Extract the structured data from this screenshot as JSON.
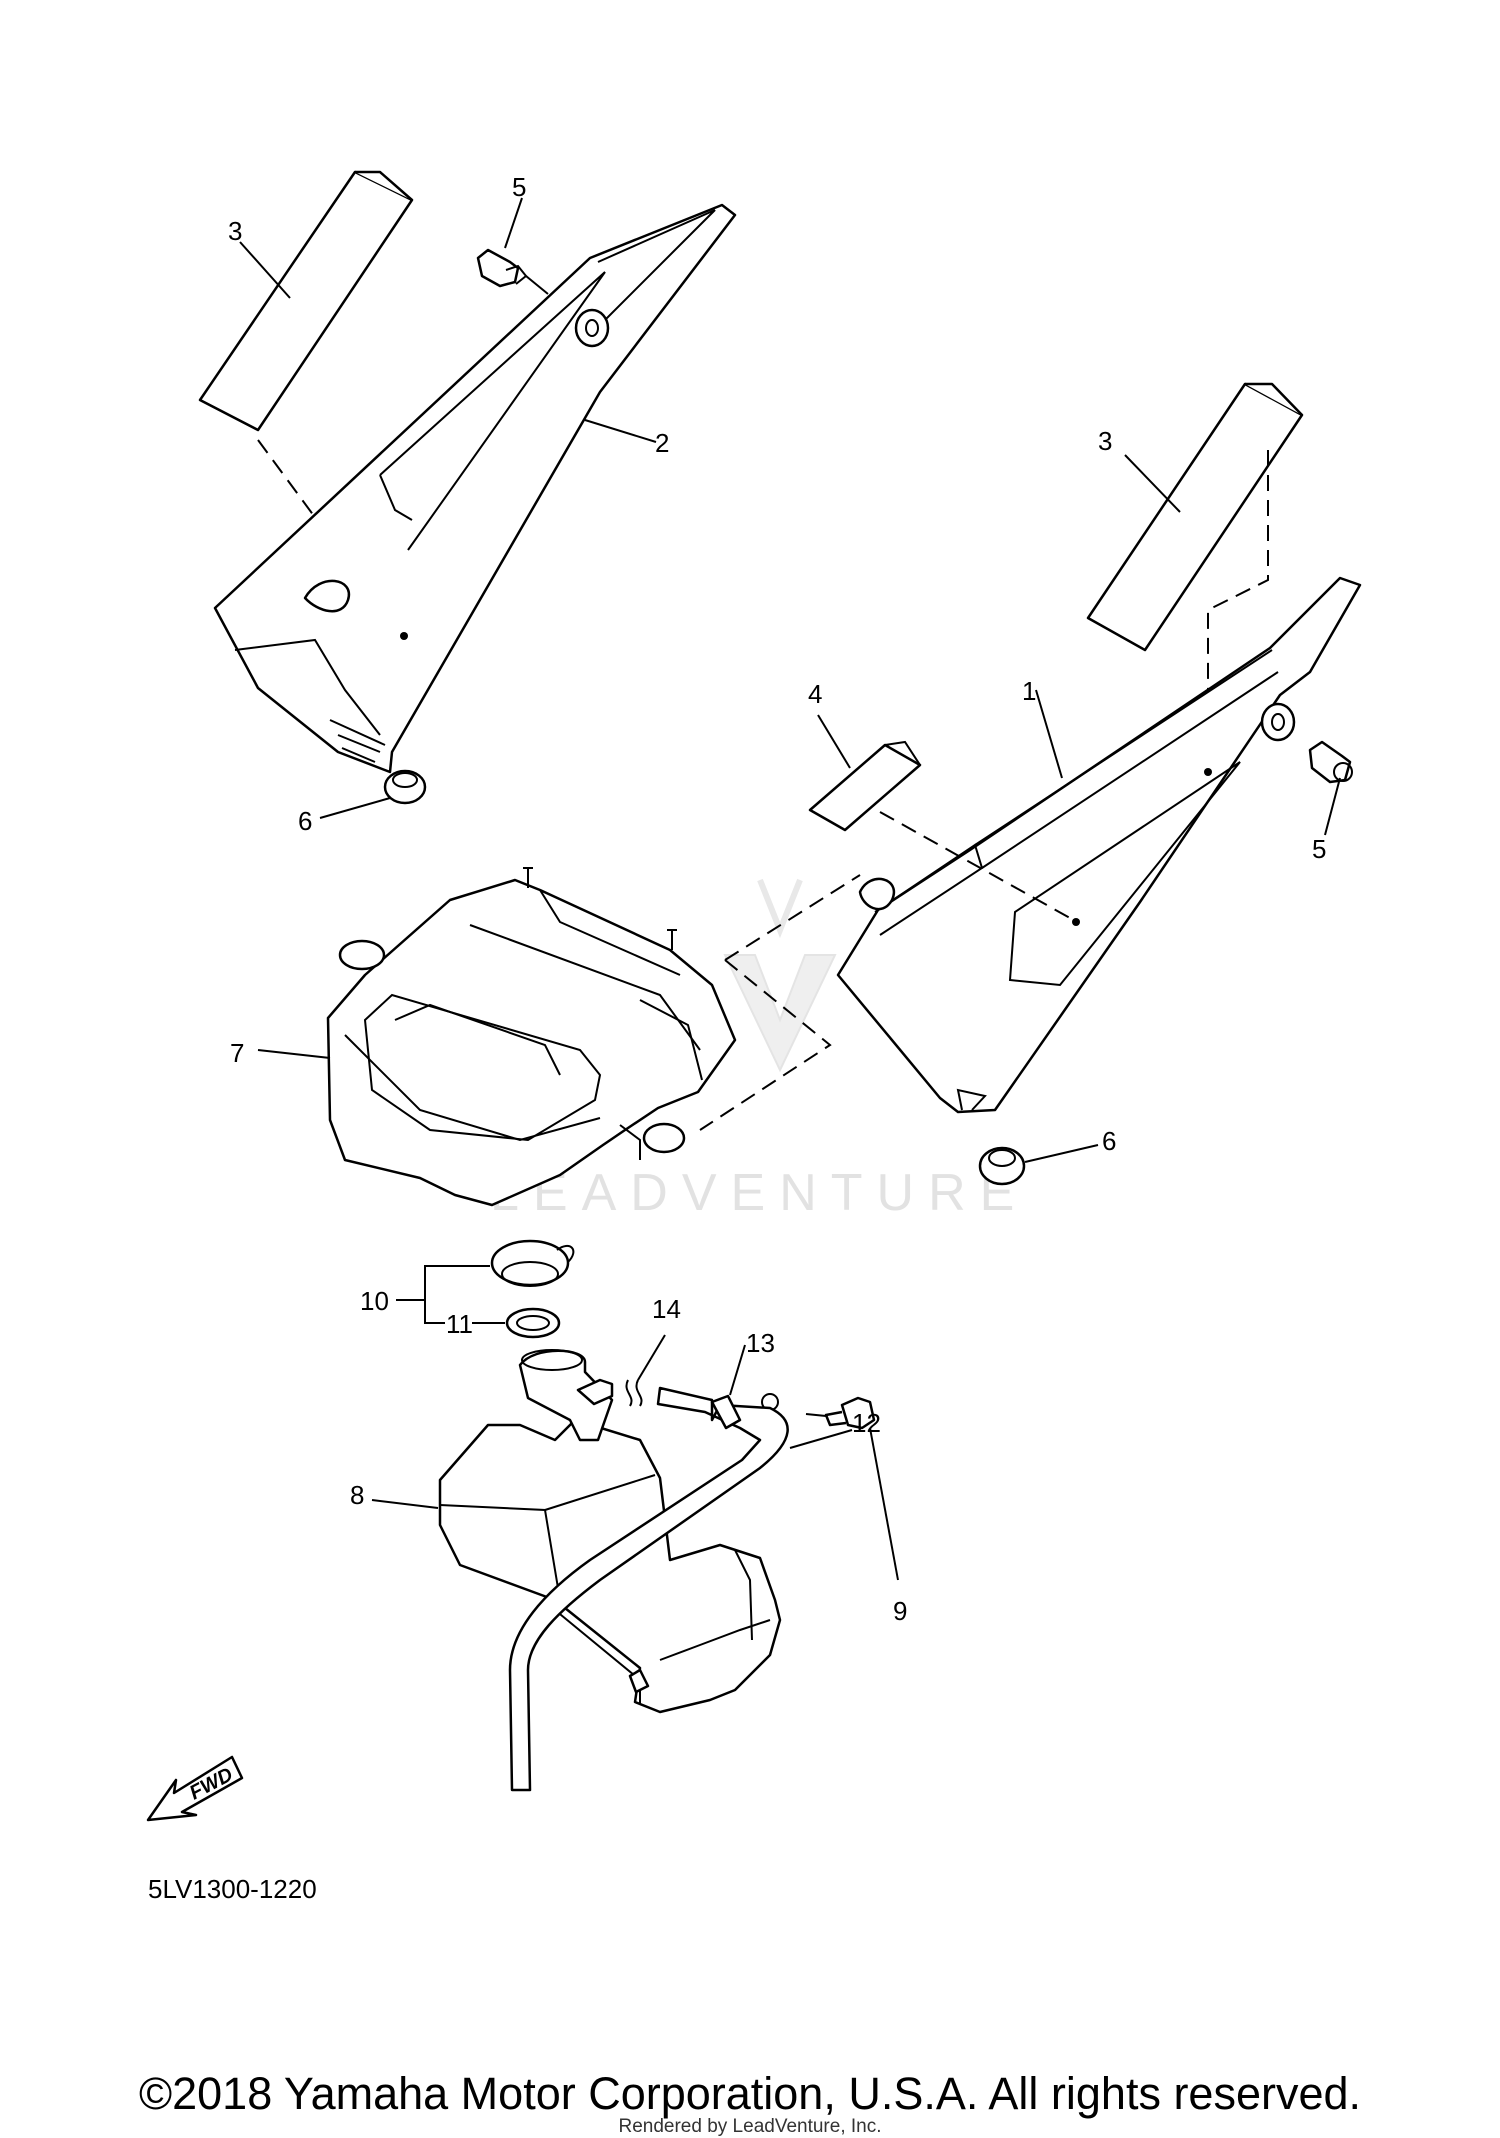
{
  "diagram": {
    "code": "5LV1300-1220",
    "fwd_label": "FWD",
    "watermark": "LEADVENTURE",
    "callouts": [
      "1",
      "2",
      "3",
      "3",
      "4",
      "5",
      "5",
      "6",
      "6",
      "7",
      "8",
      "9",
      "10",
      "11",
      "12",
      "13",
      "14"
    ]
  },
  "footer": {
    "copyright": "©2018 Yamaha Motor Corporation, U.S.A. All rights reserved.",
    "rendered_by": "Rendered by LeadVenture, Inc."
  }
}
